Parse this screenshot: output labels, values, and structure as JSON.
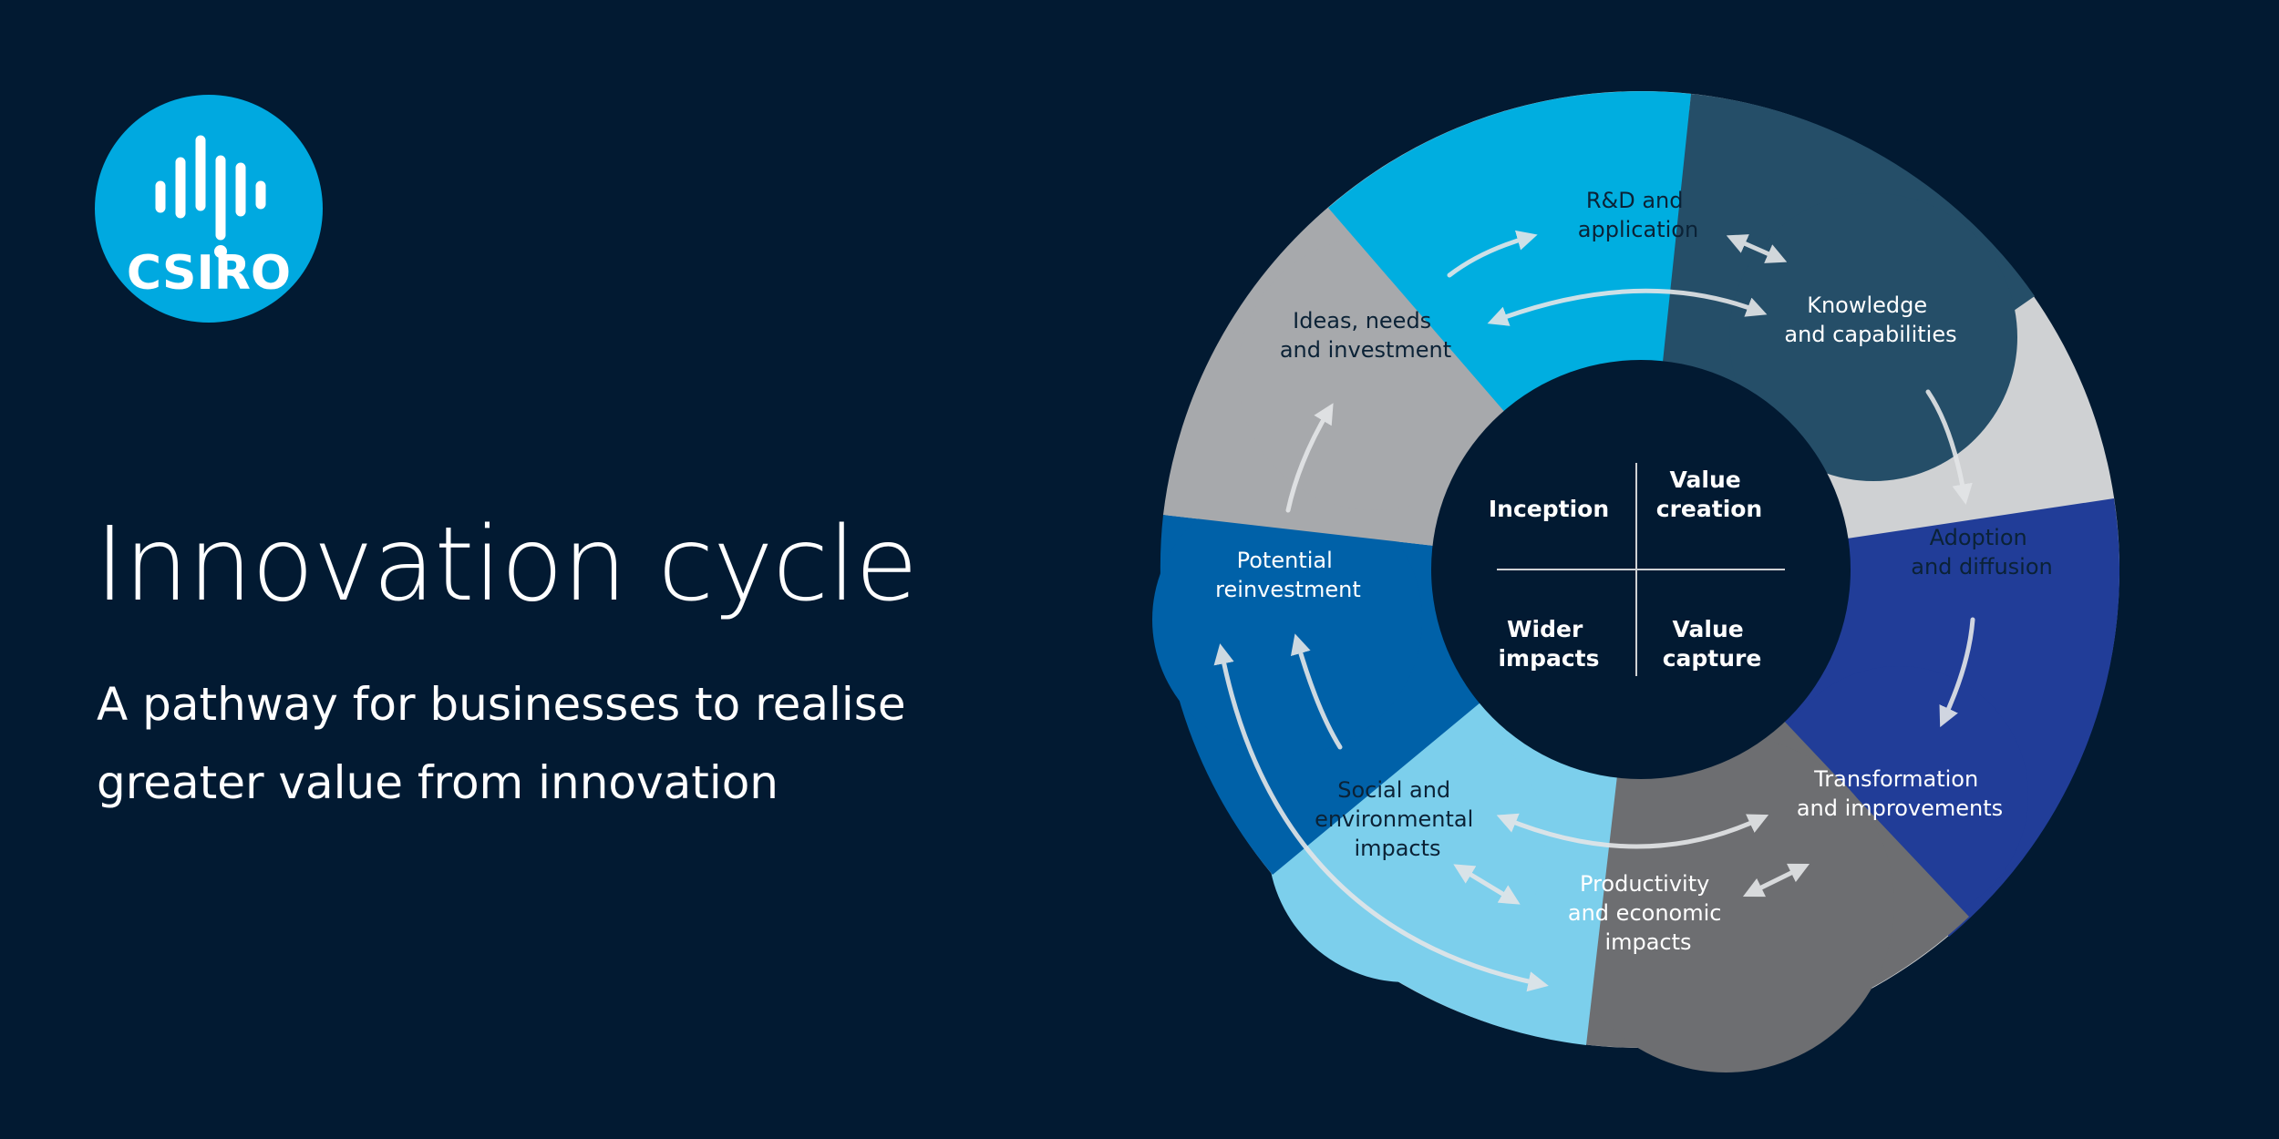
{
  "brand": {
    "name": "CSIRO",
    "logo_color": "#00a9e0"
  },
  "header": {
    "title": "Innovation cycle",
    "subtitle_lines": [
      "A pathway for businesses to realise",
      "greater value from innovation"
    ]
  },
  "colors": {
    "background": "#021a32",
    "rd_application": "#00aee0",
    "knowledge": "#254e68",
    "adoption": "#cfd1d3",
    "transformation": "#213d98",
    "productivity": "#6d6e71",
    "social": "#7ccfec",
    "reinvestment": "#0061a8",
    "ideas": "#a7a9ac",
    "arrows": "#e4e6e8"
  },
  "diagram": {
    "stages": [
      {
        "id": "rd",
        "lines": [
          "R&D and",
          "application"
        ]
      },
      {
        "id": "knowledge",
        "lines": [
          "Knowledge",
          "and capabilities"
        ]
      },
      {
        "id": "adoption",
        "lines": [
          "Adoption",
          "and diffusion"
        ]
      },
      {
        "id": "transformation",
        "lines": [
          "Transformation",
          "and improvements"
        ]
      },
      {
        "id": "productivity",
        "lines": [
          "Productivity",
          "and economic",
          "impacts"
        ]
      },
      {
        "id": "social",
        "lines": [
          "Social and",
          "environmental",
          "impacts"
        ]
      },
      {
        "id": "reinvestment",
        "lines": [
          "Potential",
          "reinvestment"
        ]
      },
      {
        "id": "ideas",
        "lines": [
          "Ideas, needs",
          "and investment"
        ]
      }
    ],
    "center": {
      "inception": [
        "Inception"
      ],
      "value_creation": [
        "Value",
        "creation"
      ],
      "wider_impacts": [
        "Wider",
        "impacts"
      ],
      "value_capture": [
        "Value",
        "capture"
      ]
    }
  }
}
